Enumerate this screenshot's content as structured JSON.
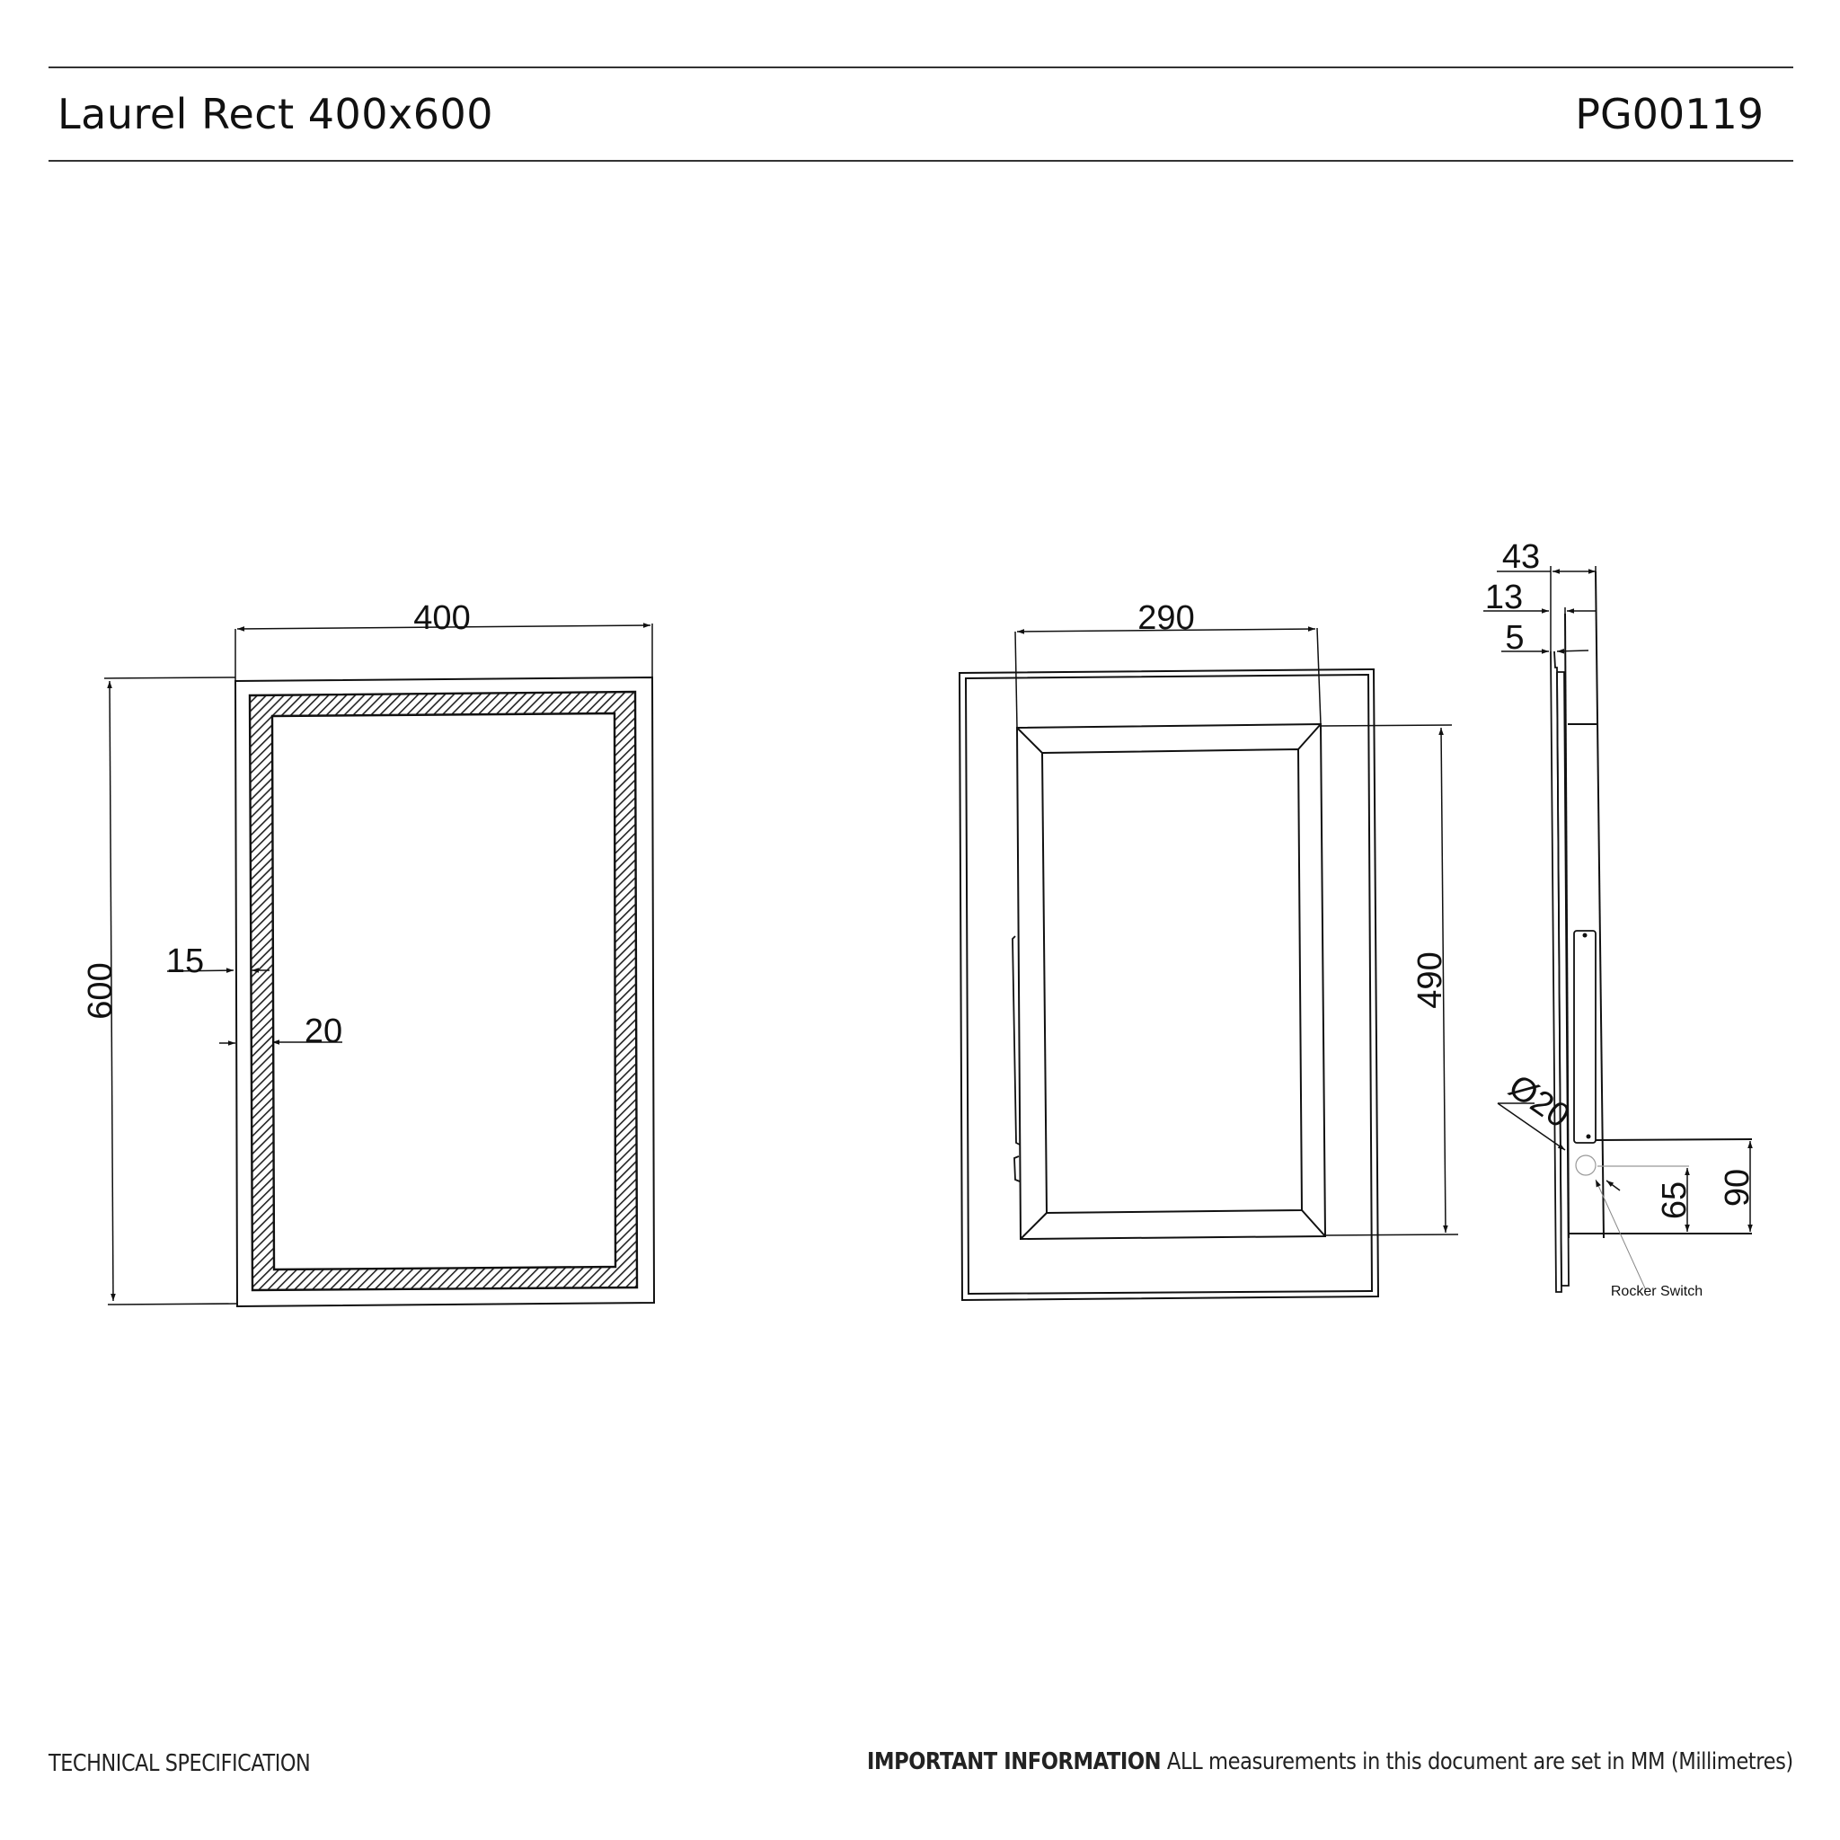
{
  "header": {
    "title": "Laurel Rect 400x600",
    "product_code": "PG00119"
  },
  "drawings": {
    "front_view": {
      "width_label": "400",
      "height_label": "600",
      "border_inset_label": "15",
      "led_band_label": "20"
    },
    "rear_view": {
      "bracket_width_label": "290",
      "bracket_height_label": "490"
    },
    "side_view": {
      "depth_total_label": "43",
      "depth_mid_label": "13",
      "glass_label": "5",
      "switch_diameter_label": "Ø20",
      "switch_height_label": "65",
      "panel_height_label": "90",
      "switch_callout": "Rocker Switch"
    }
  },
  "footer": {
    "left_label": "TECHNICAL SPECIFICATION",
    "notice_strong": "IMPORTANT INFORMATION",
    "notice_text": " ALL measurements in this document are set in MM (Millimetres)"
  },
  "colors": {
    "line": "#111111",
    "rule": "#333333",
    "background": "#ffffff"
  }
}
